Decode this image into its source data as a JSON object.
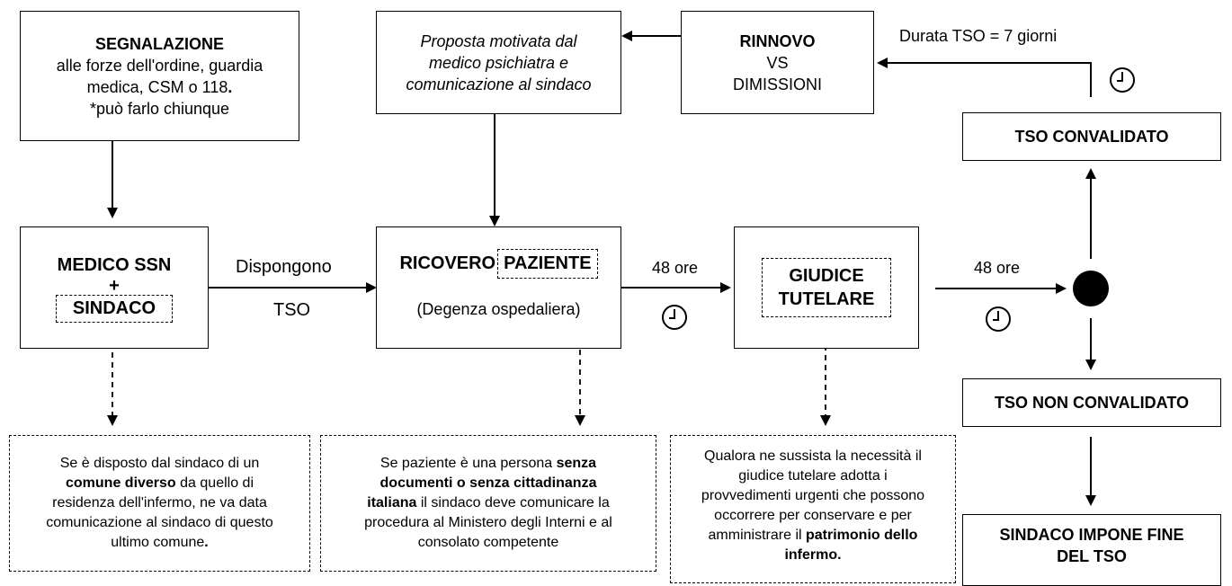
{
  "segnalazione": {
    "title": "SEGNALAZIONE",
    "line1": "alle forze dell'ordine, guardia",
    "line2a": "medica, CSM o 118",
    "line2b": ".",
    "note": "*può farlo chiunque"
  },
  "medico": {
    "line1": "MEDICO SSN",
    "plus": "+",
    "sindaco": "SINDACO"
  },
  "edge_disposal": {
    "top": "Dispongono",
    "bottom": "TSO"
  },
  "ricovero": {
    "title": "RICOVERO",
    "paziente": "PAZIENTE",
    "sub": "(Degenza ospedaliera)"
  },
  "proposta": {
    "l1": "Proposta motivata dal",
    "l2": "medico psichiatra e",
    "l3": "comunicazione al sindaco"
  },
  "rinnovo": {
    "l1": "RINNOVO",
    "l2": "VS",
    "l3": "DIMISSIONI"
  },
  "durata": "Durata TSO = 7 giorni",
  "ore1": "48 ore",
  "ore2": "48 ore",
  "giudice": {
    "l1": "GIUDICE",
    "l2": "TUTELARE"
  },
  "convalidato": "TSO CONVALIDATO",
  "non_convalidato": "TSO NON CONVALIDATO",
  "fine": {
    "l1": "SINDACO IMPONE FINE",
    "l2": "DEL TSO"
  },
  "note1": {
    "p1": "Se è disposto dal sindaco di un",
    "b1": "comune diverso",
    "p2": " da quello di",
    "p3": "residenza dell'infermo, ne va data",
    "p4": "comunicazione al sindaco di questo",
    "p5": "ultimo comune",
    "p6": "."
  },
  "note2": {
    "p1": "Se paziente è una persona ",
    "b1": "senza",
    "b2": "documenti o senza cittadinanza",
    "b3": "italiana",
    "p2": " il sindaco deve comunicare la",
    "p3": "procedura al Ministero degli Interni e al",
    "p4": "consolato competente"
  },
  "note3": {
    "p1": "Qualora ne sussista la necessità il",
    "p2": "giudice tutelare adotta i",
    "p3": "provvedimenti urgenti che possono",
    "p4": "occorrere per conservare e per",
    "p5": "amministrare il ",
    "b1": "patrimonio dello",
    "b2": "infermo",
    "p6": "."
  }
}
